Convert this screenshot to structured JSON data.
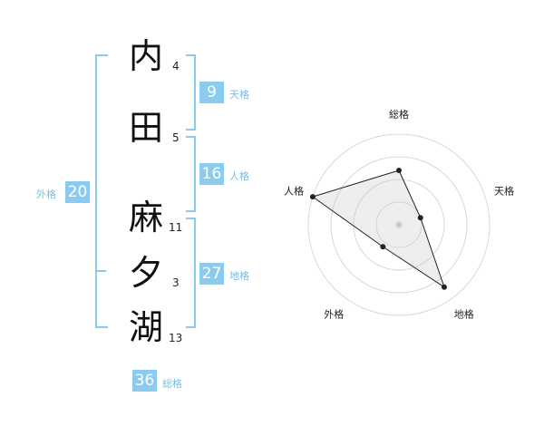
{
  "name": {
    "chars": [
      {
        "char": "内",
        "strokes": "4"
      },
      {
        "char": "田",
        "strokes": "5"
      },
      {
        "char": "麻",
        "strokes": "11"
      },
      {
        "char": "夕",
        "strokes": "3"
      },
      {
        "char": "湖",
        "strokes": "13"
      }
    ]
  },
  "fortunes": {
    "tenkaku": {
      "label": "天格",
      "value": "9"
    },
    "jinkaku": {
      "label": "人格",
      "value": "16"
    },
    "chikaku": {
      "label": "地格",
      "value": "27"
    },
    "gaikaku": {
      "label": "外格",
      "value": "20"
    },
    "soukaku": {
      "label": "総格",
      "value": "36"
    }
  },
  "colors": {
    "accent": "#8ccbf0",
    "label": "#7bbde8"
  },
  "chart_data": {
    "type": "radar",
    "axes": [
      "総格",
      "天格",
      "地格",
      "外格",
      "人格"
    ],
    "values": [
      2.4,
      1.0,
      3.4,
      1.2,
      4.0
    ],
    "rmax": 4,
    "rings": 4
  }
}
